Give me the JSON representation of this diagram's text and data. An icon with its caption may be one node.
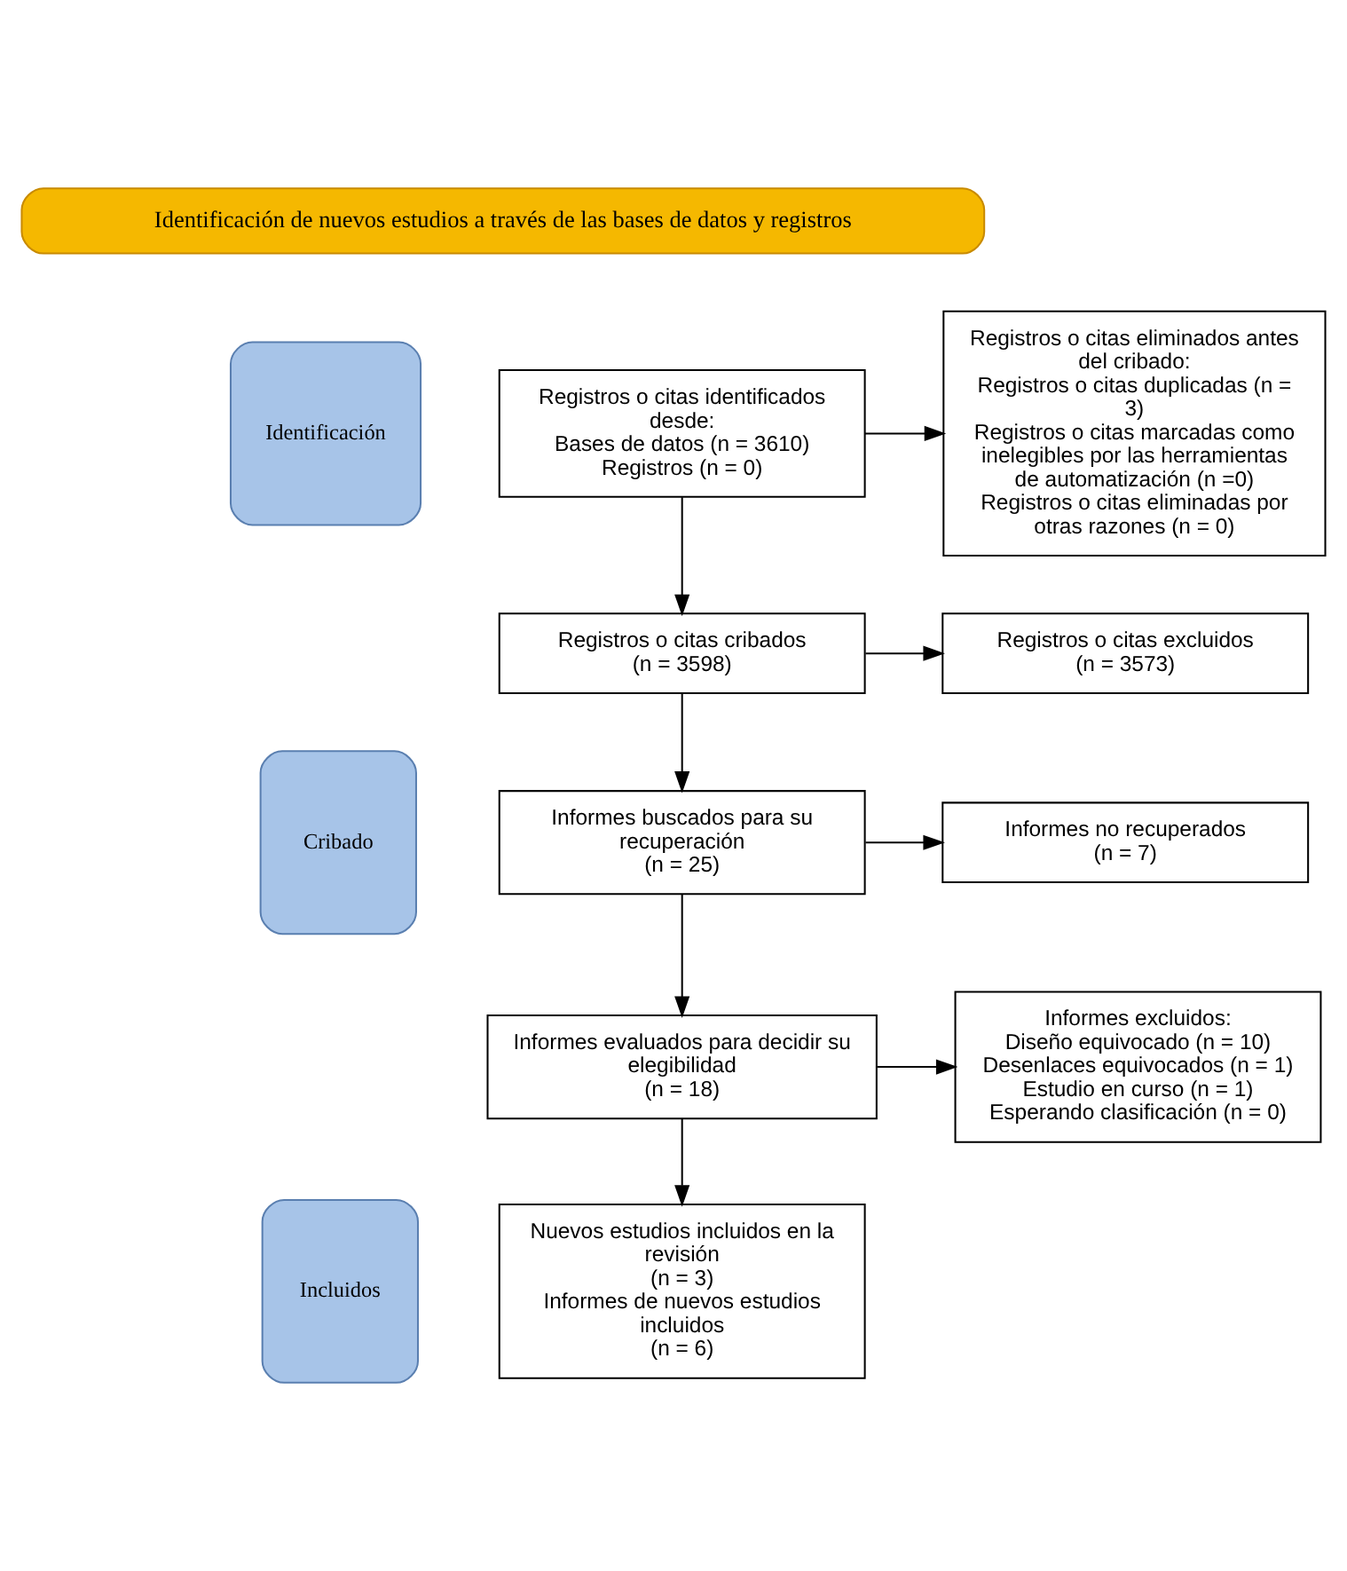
{
  "diagram": {
    "title": "Identificación de nuevos estudios a través de las bases de datos y registros",
    "nodes": [
      {
        "text": [
          "Identificación"
        ]
      },
      {
        "text": [
          "Cribado"
        ]
      },
      {
        "text": [
          "Incluidos"
        ]
      },
      {
        "text": [
          "Registros o citas identificados desde:",
          "Bases de datos (n = 3610)",
          "Registros (n = 0)"
        ]
      },
      {
        "text": [
          "Registros o citas eliminados antes del cribado:",
          "Registros o citas duplicadas (n = 3)",
          "Registros o citas marcadas como inelegibles por las herramientas de automatización (n =0)",
          "Registros o citas eliminadas por otras razones (n = 0)"
        ]
      },
      {
        "text": [
          "Registros o citas cribados",
          "(n = 3598)"
        ]
      },
      {
        "text": [
          "Registros o citas excluidos",
          "(n = 3573)"
        ]
      },
      {
        "text": [
          "Informes buscados para su recuperación",
          "(n = 25)"
        ]
      },
      {
        "text": [
          "Informes no recuperados",
          "(n = 7)"
        ]
      },
      {
        "text": [
          "Informes evaluados para decidir su elegibilidad",
          "(n = 18)"
        ]
      },
      {
        "text": [
          "Informes excluidos:",
          "Diseño equivocado (n = 10)",
          "Desenlaces equivocados (n = 1)",
          "Estudio en curso (n = 1)",
          "Esperando clasificación (n = 0)"
        ]
      },
      {
        "text": [
          "Nuevos estudios incluidos en la revisión",
          "(n = 3)",
          "Informes de nuevos estudios incluidos",
          "(n = 6)"
        ]
      }
    ],
    "edges": [
      {
        "from": 3,
        "to": 4,
        "arrow": "to"
      },
      {
        "from": 3,
        "to": 5,
        "arrow": "to"
      },
      {
        "from": 5,
        "to": 6,
        "arrow": "to"
      },
      {
        "from": 5,
        "to": 7,
        "arrow": "to"
      },
      {
        "from": 7,
        "to": 8,
        "arrow": "to"
      },
      {
        "from": 7,
        "to": 9,
        "arrow": "to"
      },
      {
        "from": 9,
        "to": 10,
        "arrow": "to"
      },
      {
        "from": 9,
        "to": 11,
        "arrow": "to"
      }
    ]
  }
}
